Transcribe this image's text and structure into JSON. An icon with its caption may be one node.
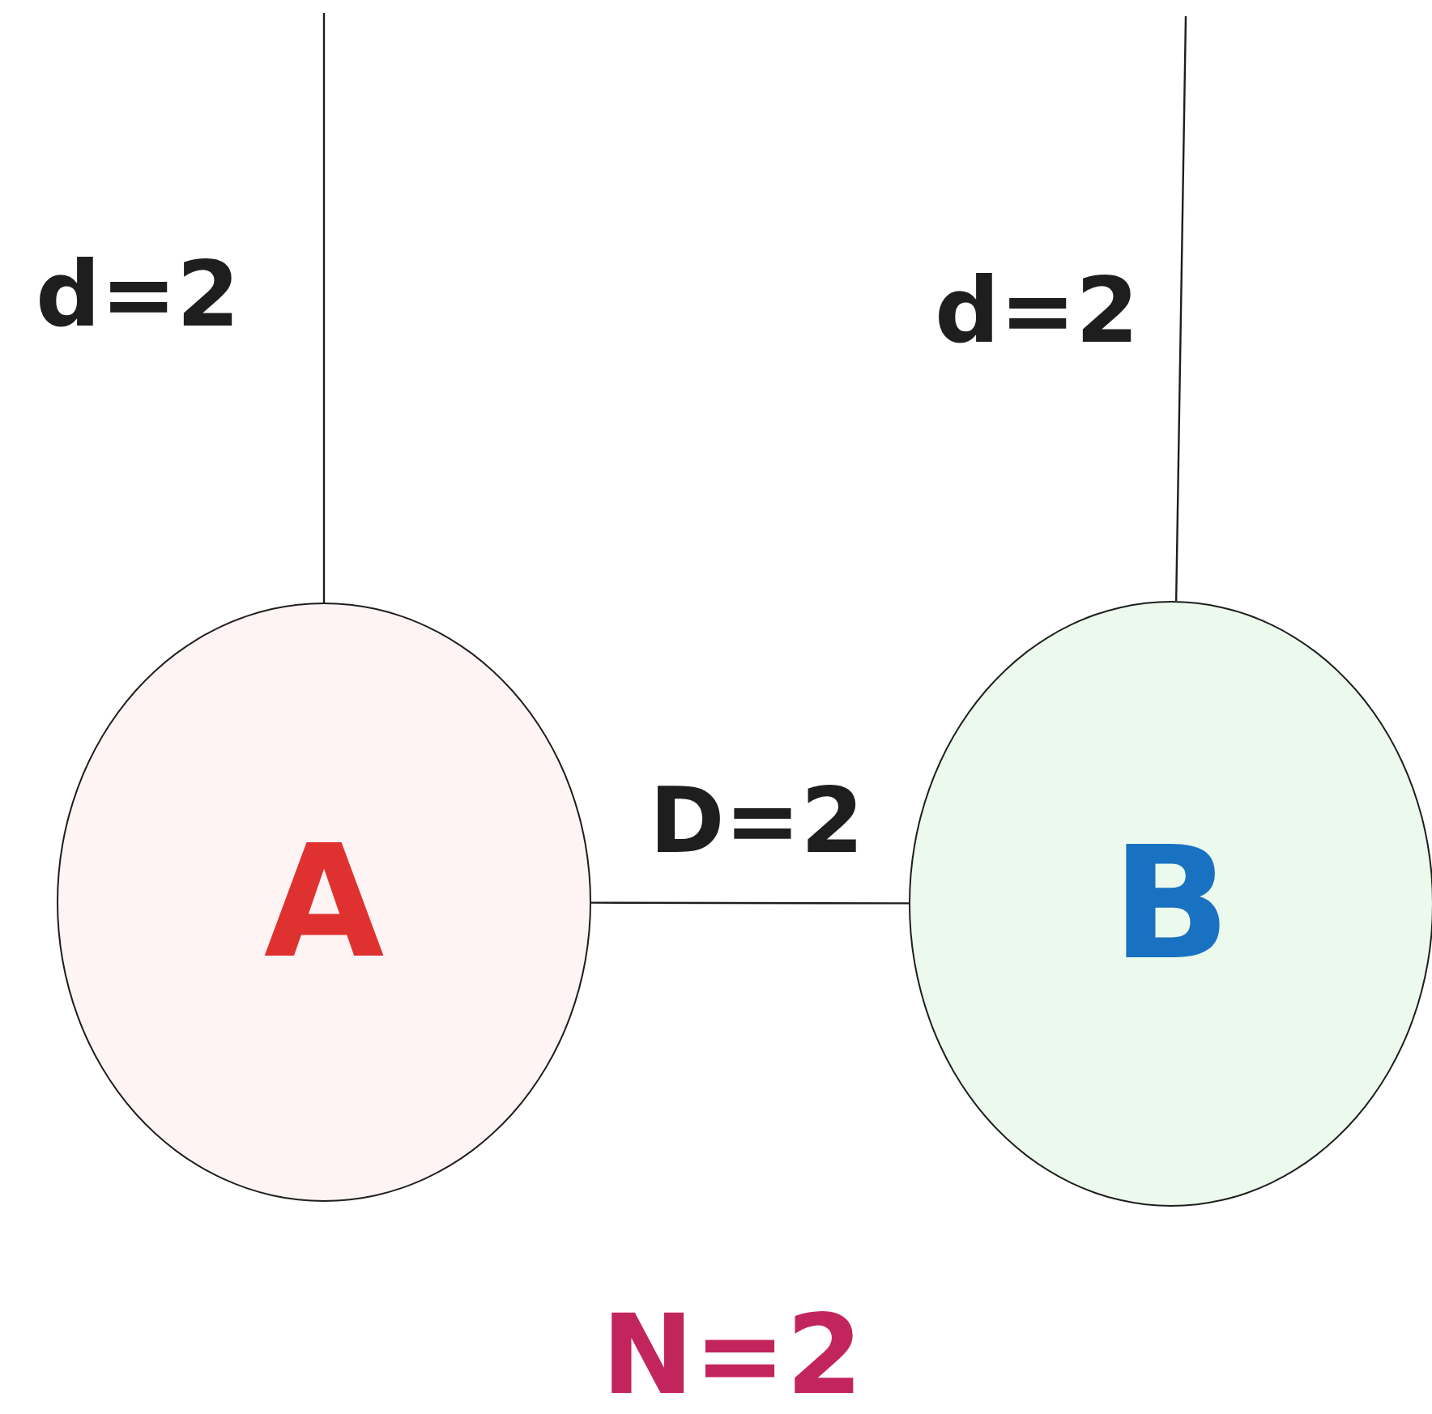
{
  "diagram": {
    "nodes": [
      {
        "text": [
          "A"
        ]
      },
      {
        "text": [
          "B"
        ]
      }
    ],
    "edges": [
      {
        "from": 0,
        "to": null,
        "arrow": "none",
        "label": "d=2"
      },
      {
        "from": 1,
        "to": null,
        "arrow": "none",
        "label": "d=2"
      },
      {
        "from": 0,
        "to": 1,
        "arrow": "none",
        "label": "D=2"
      }
    ],
    "labels": [
      "N=2"
    ]
  }
}
